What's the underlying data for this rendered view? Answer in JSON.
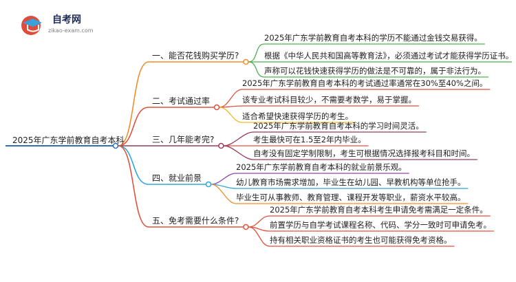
{
  "logo": {
    "title": "自考网",
    "subtitle": "zikao-exam.com",
    "colors": {
      "main": "#e04b3a",
      "accent": "#3aa0d8"
    }
  },
  "root": {
    "label": "2025年广东学前教育自考本科",
    "color": "#2f6fb0"
  },
  "branches": [
    {
      "label": "一、能否花钱购买学历?",
      "color": "#f08c2c",
      "leaves": [
        "2025年广东学前教育自考本科的学历不能通过金钱交易获得。",
        "根据《中华人民共和国高等教育法》，必须通过考试才能获得学历证书。",
        "声称可以花钱快速获得学历的做法是不可靠的，属于非法行为。"
      ],
      "leaf_colors": [
        "#4caf50",
        "#4caf50",
        "#4caf50"
      ]
    },
    {
      "label": "二、考试通过率",
      "color": "#e0503c",
      "leaves": [
        "2025年广东学前教育自考本科的考试通过率通常在30%至40%之间。",
        "该专业考试科目较少，不需要考数学，易于掌握。",
        "适合希望快速获得学历的考生。"
      ],
      "leaf_colors": [
        "#e0503c",
        "#e0503c",
        "#f2b928"
      ]
    },
    {
      "label": "三、几年能考完?",
      "color": "#9a3a5a",
      "leaves": [
        "2025年广东学前教育自考本科的学习时间灵活。",
        "考生最快可在1.5至2年内毕业。",
        "自考没有固定学制限制，考生可根据情况选择报考科目和时间。"
      ],
      "leaf_colors": [
        "#9a3a5a",
        "#e0503c",
        "#9a3a5a"
      ]
    },
    {
      "label": "四、就业前景",
      "color": "#2aa7d6",
      "leaves": [
        "2025年广东学前教育自考本科的就业前景乐观。",
        "幼儿教育市场需求增加，毕业生在幼儿园、早教机构等单位抢手。",
        "毕业生可从事教师、教育管理、课程开发等职业，薪资水平较高。"
      ],
      "leaf_colors": [
        "#8e44ad",
        "#2aa7d6",
        "#f08c2c"
      ]
    },
    {
      "label": "五、免考需要什么条件?",
      "color": "#e0503c",
      "leaves": [
        "2025年广东学前教育自考本科考生申请免考需满足一定条件。",
        "前置学历与自学考试课程名称、代码、学分一致时可申请免考。",
        "持有相关职业资格证书的考生也可能获得免考资格。"
      ],
      "leaf_colors": [
        "#e0503c",
        "#e0503c",
        "#e0503c"
      ]
    }
  ]
}
